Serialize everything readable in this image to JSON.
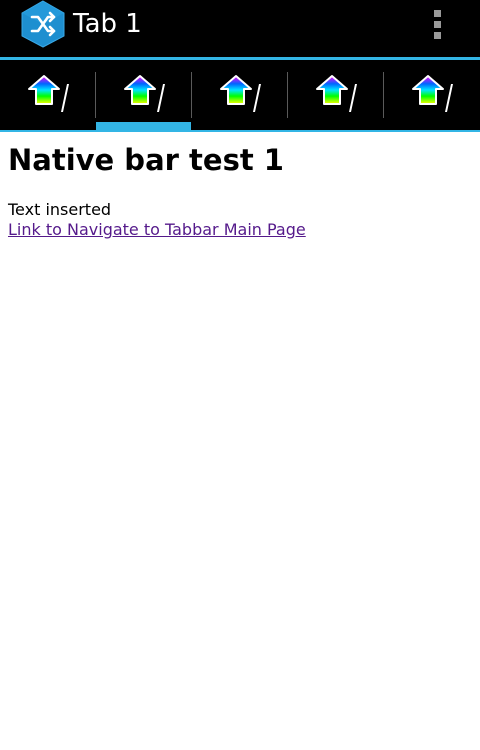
{
  "action_bar": {
    "title": "Tab 1",
    "app_icon": "app-shuffle-icon",
    "overflow_icon": "overflow-menu-icon",
    "accent_color": "#33b5e5"
  },
  "tabs": [
    {
      "icon": "home-arrow-icon",
      "selected": false
    },
    {
      "icon": "home-arrow-icon",
      "selected": true
    },
    {
      "icon": "home-arrow-icon",
      "selected": false
    },
    {
      "icon": "home-arrow-icon",
      "selected": false
    },
    {
      "icon": "home-arrow-icon",
      "selected": false
    }
  ],
  "content": {
    "heading": "Native bar test 1",
    "text": "Text inserted",
    "link_text": "Link to Navigate to Tabbar Main Page"
  }
}
